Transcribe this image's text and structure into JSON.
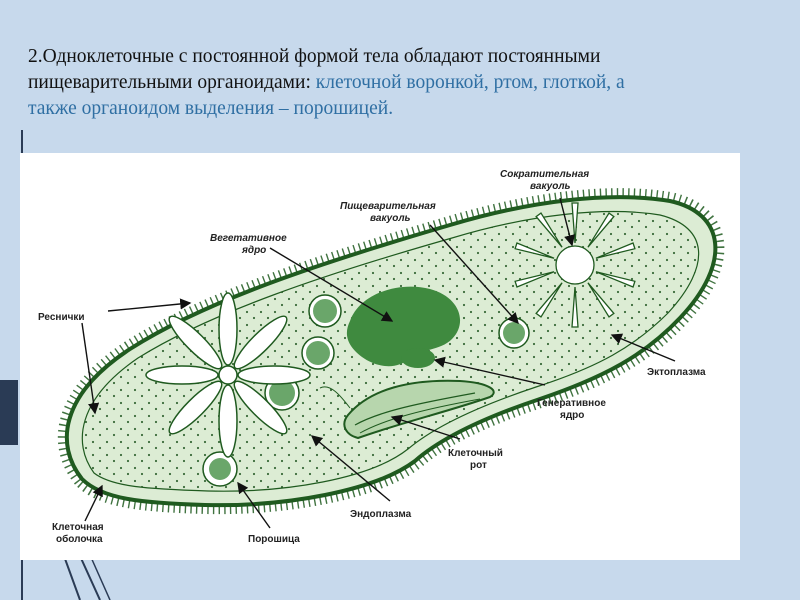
{
  "heading": {
    "line1": "2.Одноклеточные с постоянной формой тела обладают постоянными",
    "line2_plain": "пищеварительными органоидами: ",
    "line2_highlight": "клеточной воронкой, ртом, глоткой, а",
    "line3_highlight": "также органоидом выделения – порошицей."
  },
  "labels": {
    "contractile_1": "Сократительная",
    "contractile_2": "вакуоль",
    "digestive_1": "Пищеварительная",
    "digestive_2": "вакуоль",
    "vegetative_1": "Вегетативное",
    "vegetative_2": "ядро",
    "cilia": "Реснички",
    "ectoplasm": "Эктоплазма",
    "generative_1": "Генеративное",
    "generative_2": "ядро",
    "mouth_1": "Клеточный",
    "mouth_2": "рот",
    "endoplasm": "Эндоплазма",
    "membrane_1": "Клеточная",
    "membrane_2": "оболочка",
    "anal_pore": "Порошица"
  },
  "colors": {
    "background": "#c7d9ec",
    "highlight_text": "#2f6fa3",
    "cell_fill": "#dcecd4",
    "cell_outline": "#1f5a1f",
    "nucleus": "#3f8a3f"
  }
}
